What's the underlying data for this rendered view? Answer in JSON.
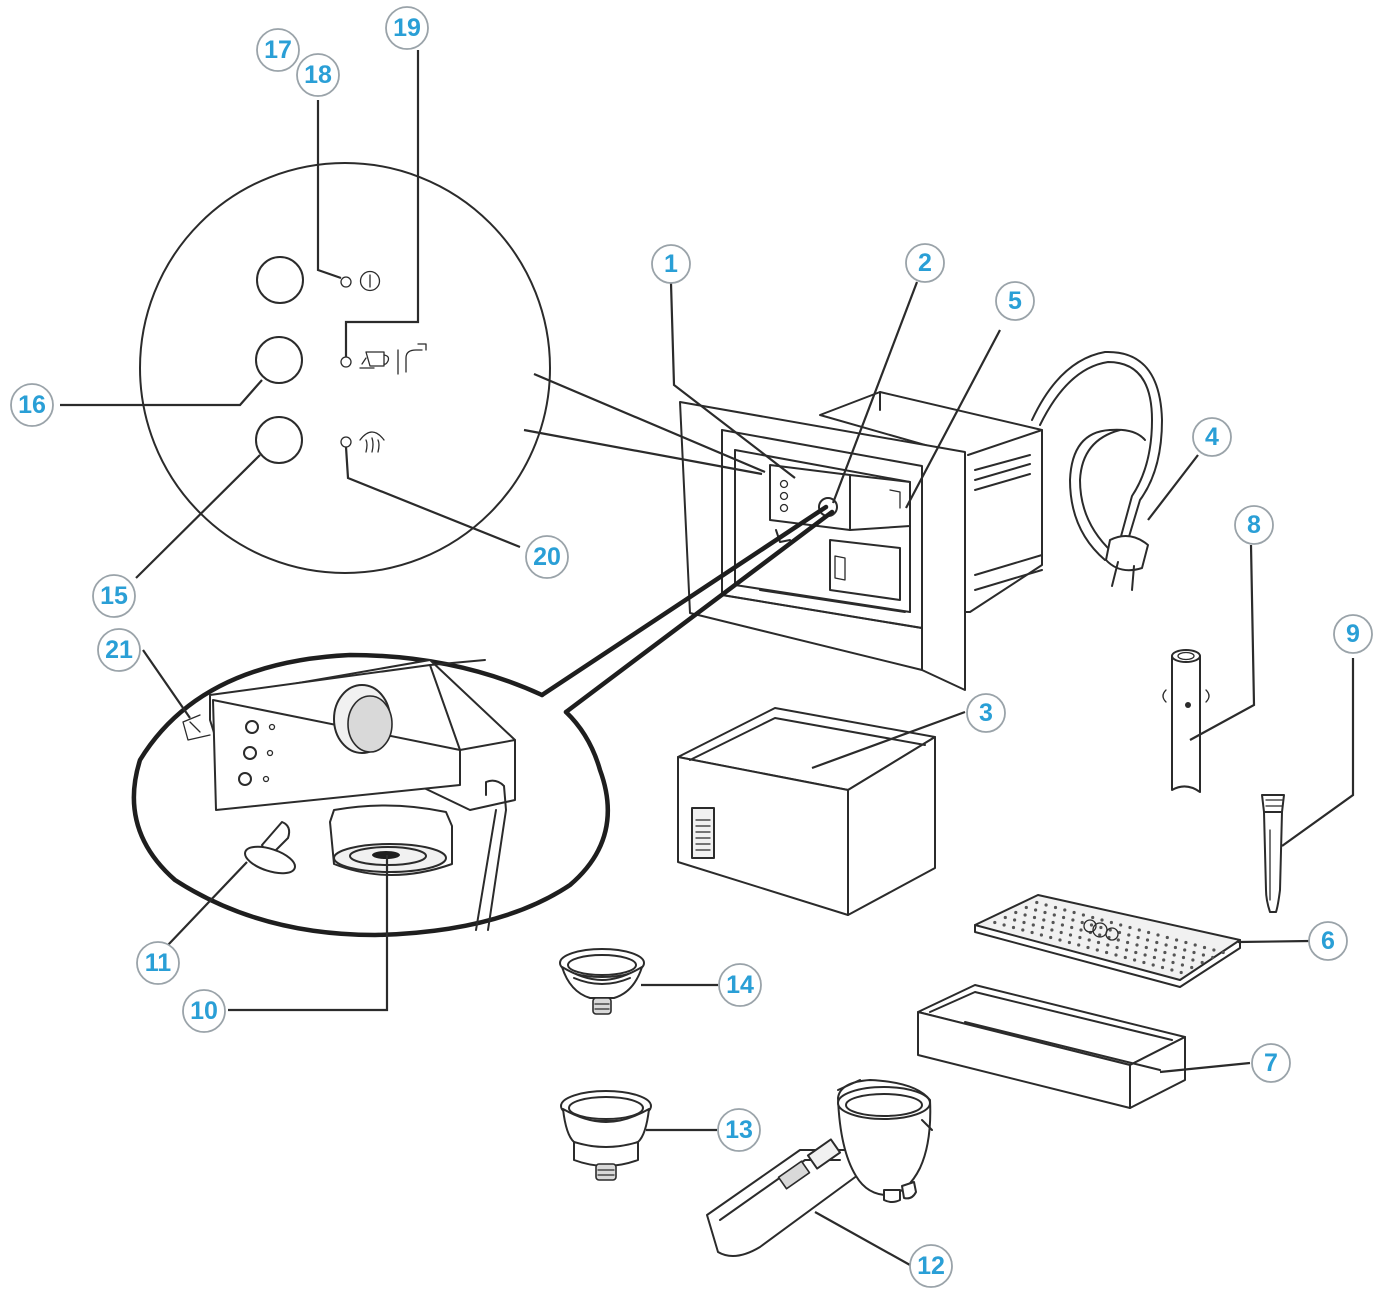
{
  "callouts": [
    {
      "id": "1",
      "label": "1"
    },
    {
      "id": "2",
      "label": "2"
    },
    {
      "id": "3",
      "label": "3"
    },
    {
      "id": "4",
      "label": "4"
    },
    {
      "id": "5",
      "label": "5"
    },
    {
      "id": "6",
      "label": "6"
    },
    {
      "id": "7",
      "label": "7"
    },
    {
      "id": "8",
      "label": "8"
    },
    {
      "id": "9",
      "label": "9"
    },
    {
      "id": "10",
      "label": "10"
    },
    {
      "id": "11",
      "label": "11"
    },
    {
      "id": "12",
      "label": "12"
    },
    {
      "id": "13",
      "label": "13"
    },
    {
      "id": "14",
      "label": "14"
    },
    {
      "id": "15",
      "label": "15"
    },
    {
      "id": "16",
      "label": "16"
    },
    {
      "id": "17",
      "label": "17"
    },
    {
      "id": "18",
      "label": "18"
    },
    {
      "id": "19",
      "label": "19"
    },
    {
      "id": "20",
      "label": "20"
    },
    {
      "id": "21",
      "label": "21"
    }
  ],
  "colors": {
    "callout_text": "#2a9fd6",
    "callout_ring": "#9aa3a9",
    "line": "#2b2b2b"
  },
  "icons": {
    "power": "power-icon",
    "cup_pump": "cup-pump-icon",
    "steam": "steam-icon"
  }
}
